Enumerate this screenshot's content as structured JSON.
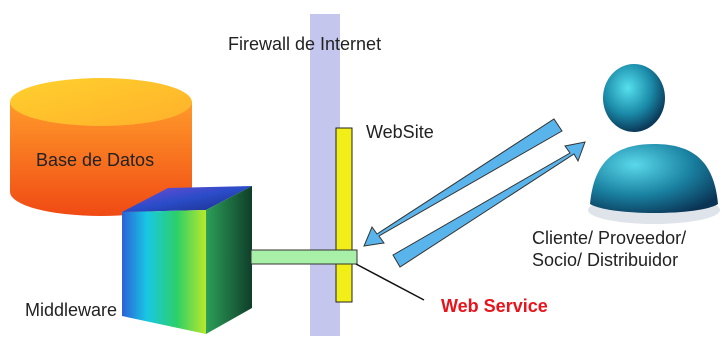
{
  "labels": {
    "firewall": "Firewall de Internet",
    "website": "WebSite",
    "database": "Base de Datos",
    "client_line1": "Cliente/ Proveedor/",
    "client_line2": "Socio/ Distribuidor",
    "web_service": "Web Service",
    "middleware": "Middleware"
  },
  "colors": {
    "firewall_band": "#c4c6ee",
    "website_bar": "#f1ef17",
    "web_service_label": "#e8141c",
    "arrow_fill": "#5ab4ec",
    "connector": "#a8f0a8"
  },
  "icons": [
    "database-icon",
    "middleware-cube-icon",
    "client-person-icon"
  ]
}
